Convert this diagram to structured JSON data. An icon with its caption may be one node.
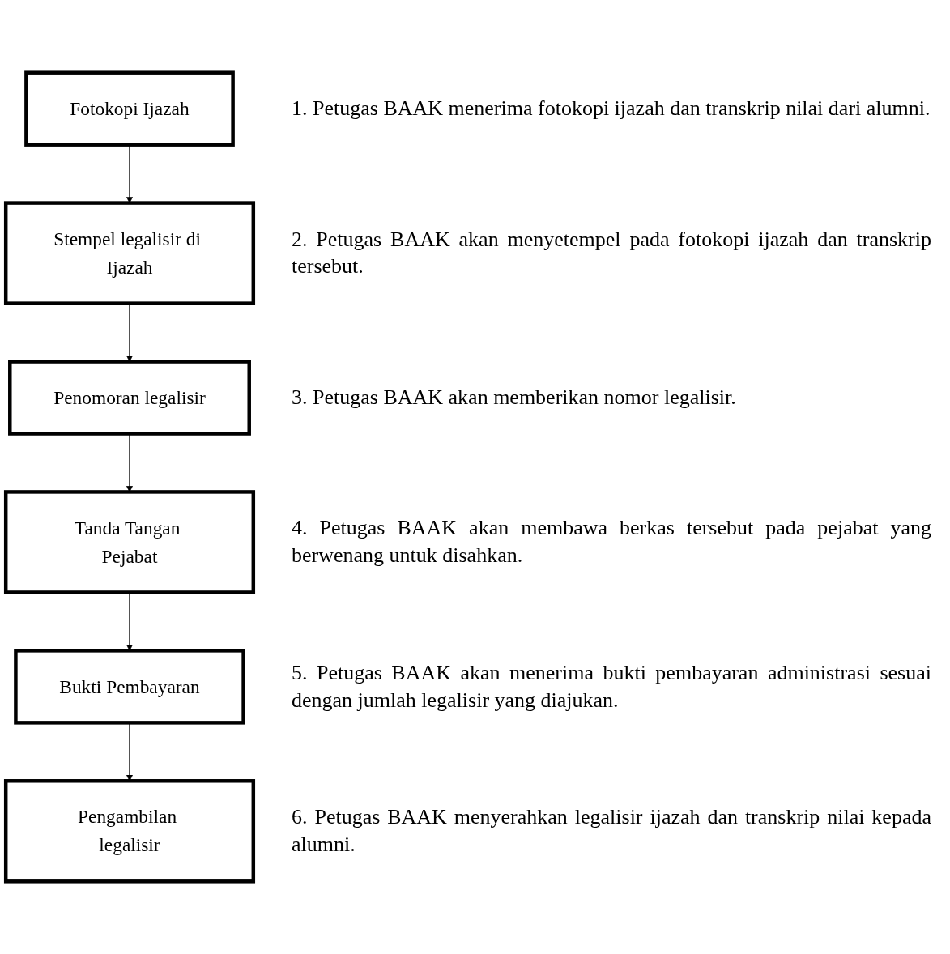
{
  "diagram": {
    "nodes": [
      {
        "text": [
          "Fotokopi Ijazah"
        ],
        "beside": [
          "1. Petugas BAAK menerima fotokopi ijazah dan transkrip nilai dari alumni."
        ]
      },
      {
        "text": [
          "Stempel legalisir di Ijazah"
        ],
        "beside": [
          "2. Petugas BAAK akan menyetempel pada fotokopi ijazah dan transkrip tersebut."
        ]
      },
      {
        "text": [
          "Penomoran legalisir"
        ],
        "beside": [
          "3. Petugas BAAK akan memberikan nomor legalisir."
        ]
      },
      {
        "text": [
          "Tanda Tangan Pejabat"
        ],
        "beside": [
          "4. Petugas BAAK akan membawa berkas tersebut pada pejabat yang berwenang untuk disahkan."
        ]
      },
      {
        "text": [
          "Bukti Pembayaran"
        ],
        "beside": [
          "5. Petugas BAAK akan menerima bukti pembayaran administrasi sesuai dengan jumlah legalisir yang diajukan."
        ]
      },
      {
        "text": [
          "Pengambilan legalisir"
        ],
        "beside": [
          "6. Petugas BAAK menyerahkan legalisir ijazah dan transkrip nilai kepada alumni."
        ]
      }
    ],
    "edges": [
      {
        "from": 0,
        "to": 1,
        "arrow": "to"
      },
      {
        "from": 1,
        "to": 2,
        "arrow": "to"
      },
      {
        "from": 2,
        "to": 3,
        "arrow": "to"
      },
      {
        "from": 3,
        "to": 4,
        "arrow": "to"
      },
      {
        "from": 4,
        "to": 5,
        "arrow": "to"
      }
    ]
  }
}
